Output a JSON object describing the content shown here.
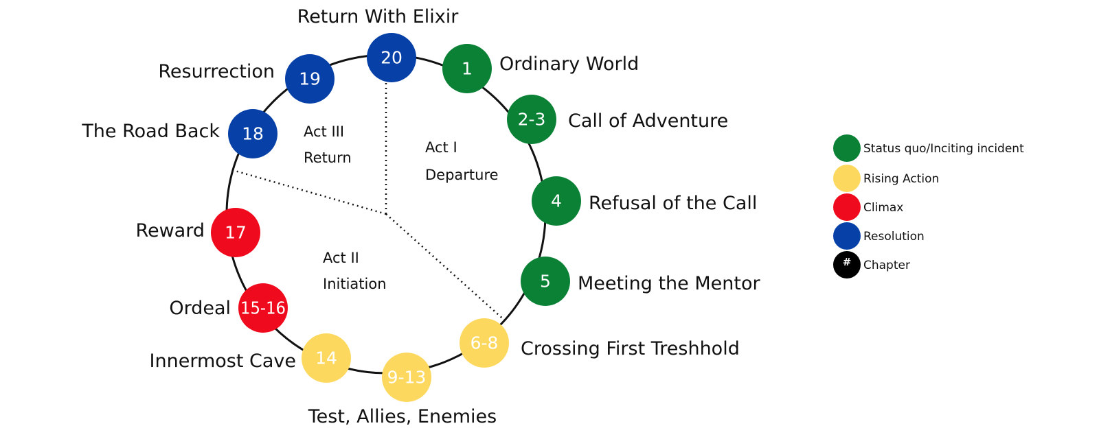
{
  "colors": {
    "status_quo": "#0b8136",
    "rising_action": "#fcd95e",
    "climax": "#f00a1d",
    "resolution": "#0741a8",
    "chapter": "#000000",
    "ring": "#111111"
  },
  "stages": [
    {
      "num": "1",
      "label": "Ordinary World",
      "category": "status_quo"
    },
    {
      "num": "2-3",
      "label": "Call of Adventure",
      "category": "status_quo"
    },
    {
      "num": "4",
      "label": "Refusal of the Call",
      "category": "status_quo"
    },
    {
      "num": "5",
      "label": "Meeting the Mentor",
      "category": "status_quo"
    },
    {
      "num": "6-8",
      "label": "Crossing First Treshhold",
      "category": "rising_action"
    },
    {
      "num": "9-13",
      "label": "Test, Allies, Enemies",
      "category": "rising_action"
    },
    {
      "num": "14",
      "label": "Innermost Cave",
      "category": "rising_action"
    },
    {
      "num": "15-16",
      "label": "Ordeal",
      "category": "climax"
    },
    {
      "num": "17",
      "label": "Reward",
      "category": "climax"
    },
    {
      "num": "18",
      "label": "The Road Back",
      "category": "resolution"
    },
    {
      "num": "19",
      "label": "Resurrection",
      "category": "resolution"
    },
    {
      "num": "20",
      "label": "Return With Elixir",
      "category": "resolution"
    }
  ],
  "acts": [
    {
      "line1": "Act I",
      "line2": "Departure"
    },
    {
      "line1": "Act II",
      "line2": "Initiation"
    },
    {
      "line1": "Act III",
      "line2": "Return"
    }
  ],
  "legend": [
    {
      "key": "status_quo",
      "label": "Status quo/Inciting incident"
    },
    {
      "key": "rising_action",
      "label": "Rising Action"
    },
    {
      "key": "climax",
      "label": "Climax"
    },
    {
      "key": "resolution",
      "label": "Resolution"
    },
    {
      "key": "chapter",
      "label": "Chapter",
      "symbol": "#"
    }
  ]
}
